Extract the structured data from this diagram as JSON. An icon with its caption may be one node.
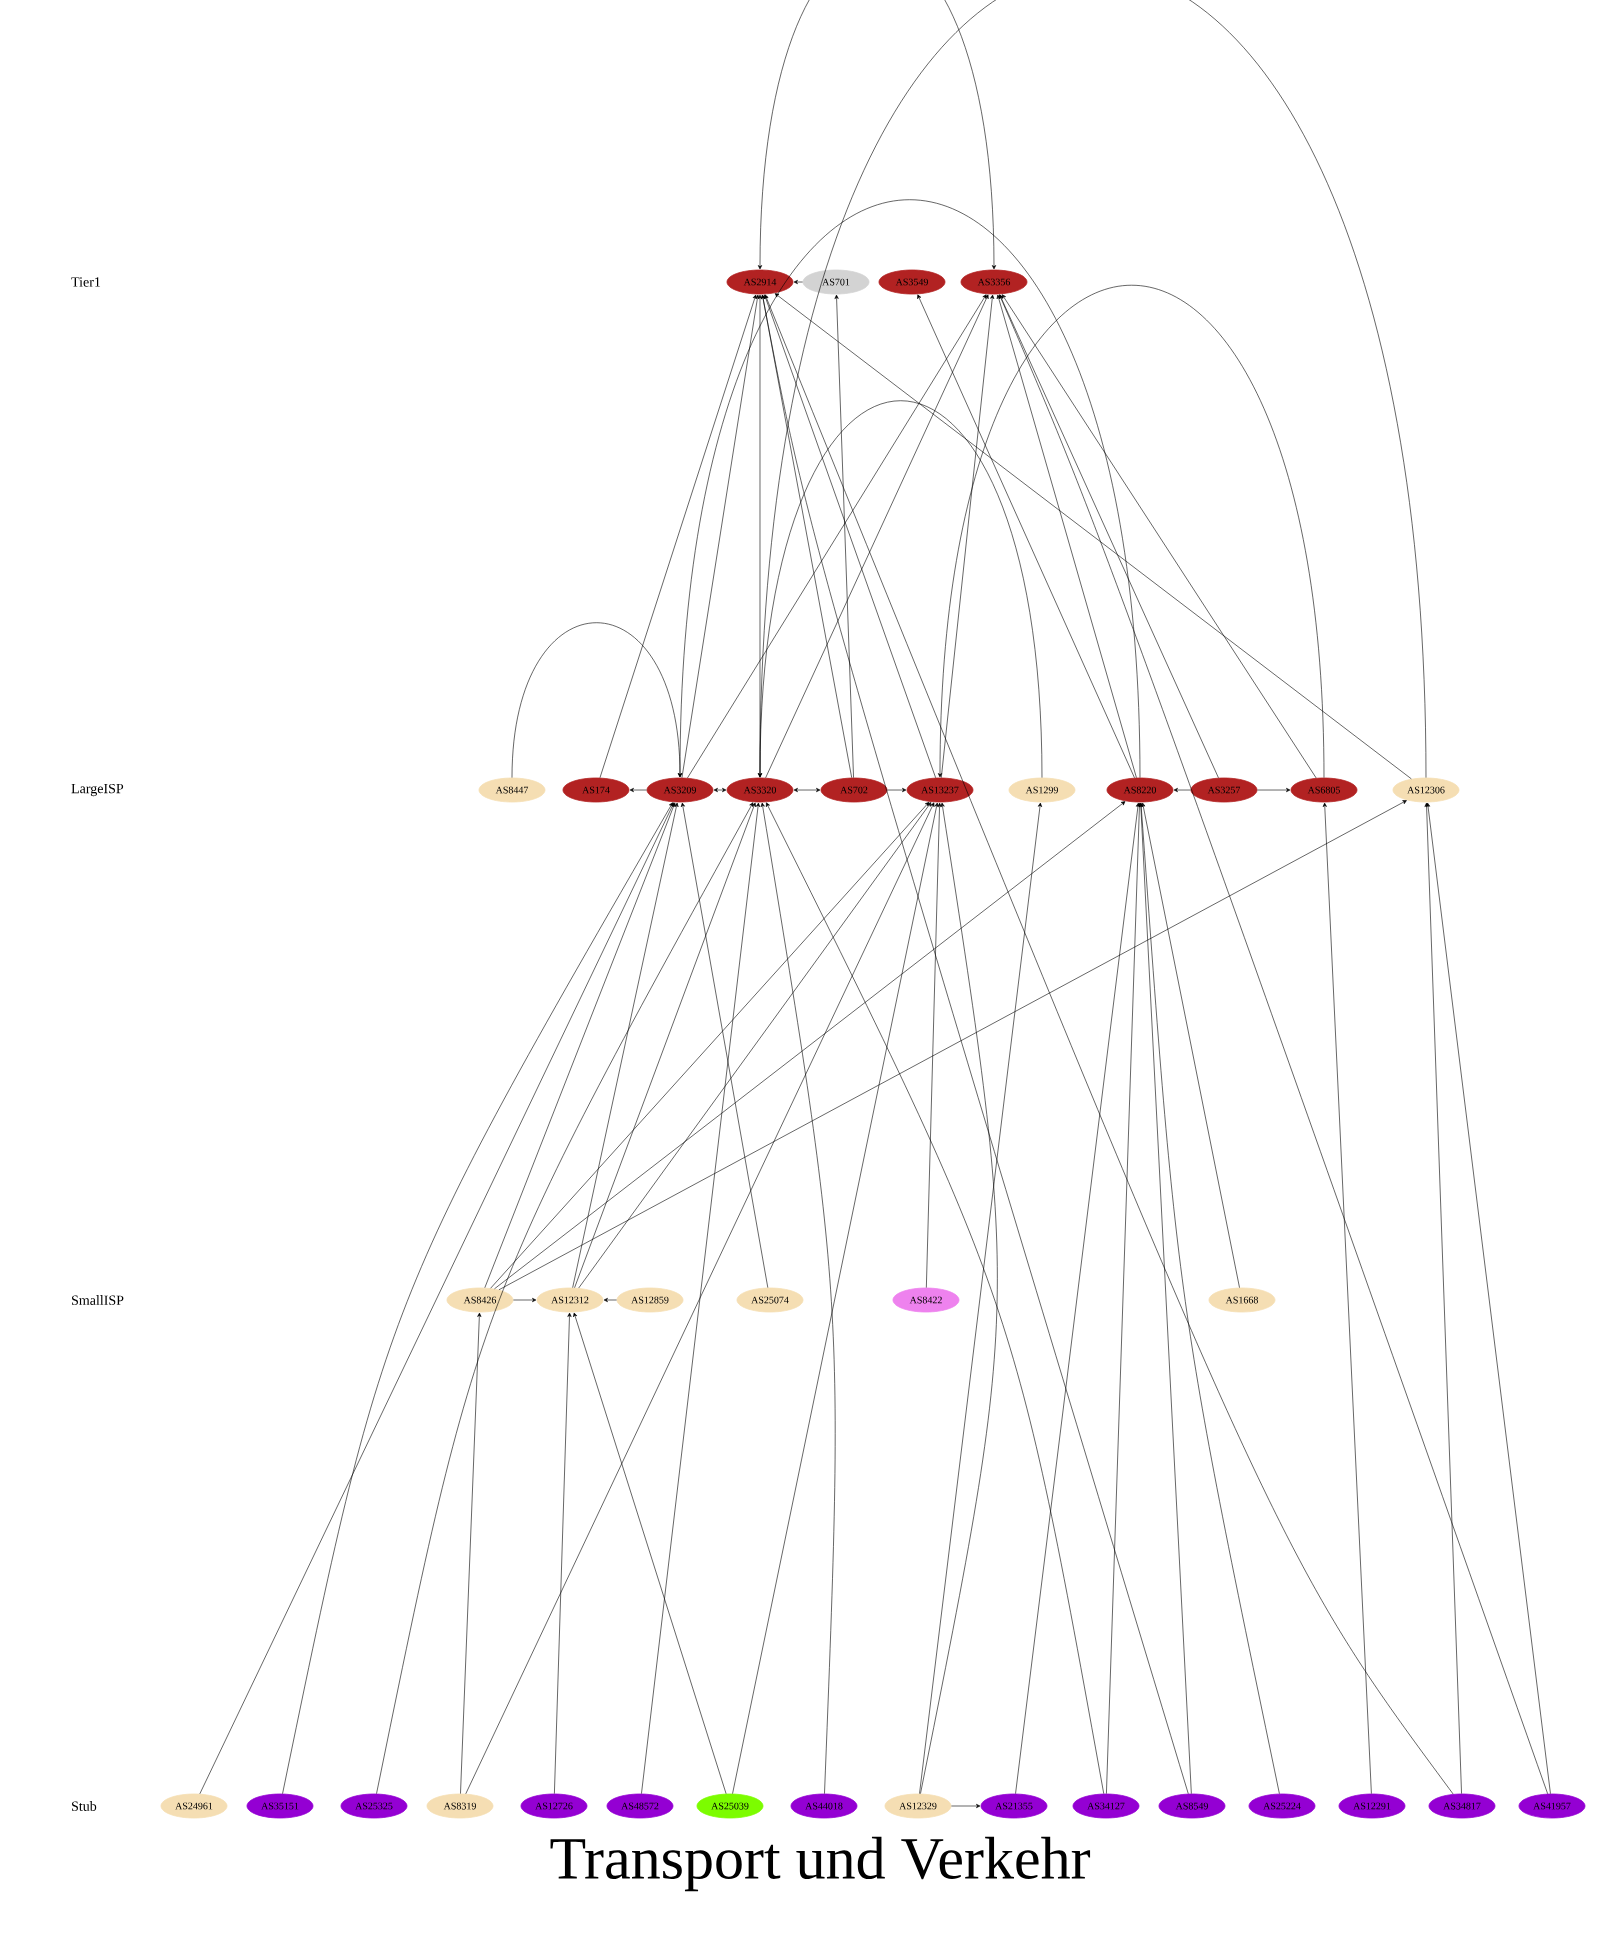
{
  "diagram": {
    "caption": "Transport und Verkehr",
    "nodes": [
      {
        "text": [
          "AS2914"
        ]
      },
      {
        "text": [
          "AS701"
        ]
      },
      {
        "text": [
          "AS3549"
        ]
      },
      {
        "text": [
          "AS3356"
        ]
      },
      {
        "text": [
          "AS8447"
        ]
      },
      {
        "text": [
          "AS174"
        ]
      },
      {
        "text": [
          "AS3209"
        ]
      },
      {
        "text": [
          "AS3320"
        ]
      },
      {
        "text": [
          "AS702"
        ]
      },
      {
        "text": [
          "AS13237"
        ]
      },
      {
        "text": [
          "AS1299"
        ]
      },
      {
        "text": [
          "AS8220"
        ]
      },
      {
        "text": [
          "AS3257"
        ]
      },
      {
        "text": [
          "AS6805"
        ]
      },
      {
        "text": [
          "AS12306"
        ]
      },
      {
        "text": [
          "AS8426"
        ]
      },
      {
        "text": [
          "AS12312"
        ]
      },
      {
        "text": [
          "AS12859"
        ]
      },
      {
        "text": [
          "AS25074"
        ]
      },
      {
        "text": [
          "AS8422"
        ]
      },
      {
        "text": [
          "AS1668"
        ]
      },
      {
        "text": [
          "AS24961"
        ]
      },
      {
        "text": [
          "AS35151"
        ]
      },
      {
        "text": [
          "AS25325"
        ]
      },
      {
        "text": [
          "AS8319"
        ]
      },
      {
        "text": [
          "AS12726"
        ]
      },
      {
        "text": [
          "AS48572"
        ]
      },
      {
        "text": [
          "AS25039"
        ]
      },
      {
        "text": [
          "AS44018"
        ]
      },
      {
        "text": [
          "AS12329"
        ]
      },
      {
        "text": [
          "AS21355"
        ]
      },
      {
        "text": [
          "AS34127"
        ]
      },
      {
        "text": [
          "AS8549"
        ]
      },
      {
        "text": [
          "AS25224"
        ]
      },
      {
        "text": [
          "AS12291"
        ]
      },
      {
        "text": [
          "AS34817"
        ]
      },
      {
        "text": [
          "AS41957"
        ]
      }
    ],
    "edges": [
      {
        "from": 1,
        "to": 0,
        "arrow": "to"
      },
      {
        "from": 0,
        "to": 3,
        "arrow": "both"
      },
      {
        "from": 5,
        "to": 0,
        "arrow": "to"
      },
      {
        "from": 6,
        "to": 0,
        "arrow": "to"
      },
      {
        "from": 7,
        "to": 0,
        "arrow": "to"
      },
      {
        "from": 8,
        "to": 0,
        "arrow": "to"
      },
      {
        "from": 9,
        "to": 0,
        "arrow": "to"
      },
      {
        "from": 14,
        "to": 0,
        "arrow": "to"
      },
      {
        "from": 8,
        "to": 1,
        "arrow": "to"
      },
      {
        "from": 11,
        "to": 2,
        "arrow": "to"
      },
      {
        "from": 6,
        "to": 3,
        "arrow": "to"
      },
      {
        "from": 7,
        "to": 3,
        "arrow": "to"
      },
      {
        "from": 9,
        "to": 3,
        "arrow": "to"
      },
      {
        "from": 11,
        "to": 3,
        "arrow": "to"
      },
      {
        "from": 12,
        "to": 3,
        "arrow": "to"
      },
      {
        "from": 13,
        "to": 3,
        "arrow": "to"
      },
      {
        "from": 6,
        "to": 5,
        "arrow": "to"
      },
      {
        "from": 6,
        "to": 7,
        "arrow": "both"
      },
      {
        "from": 7,
        "to": 8,
        "arrow": "both"
      },
      {
        "from": 8,
        "to": 9,
        "arrow": "to"
      },
      {
        "from": 12,
        "to": 11,
        "arrow": "to"
      },
      {
        "from": 12,
        "to": 13,
        "arrow": "to"
      },
      {
        "from": 4,
        "to": 6,
        "arrow": "to"
      },
      {
        "from": 10,
        "to": 7,
        "arrow": "to"
      },
      {
        "from": 14,
        "to": 7,
        "arrow": "to"
      },
      {
        "from": 11,
        "to": 6,
        "arrow": "to"
      },
      {
        "from": 13,
        "to": 9,
        "arrow": "to"
      },
      {
        "from": 15,
        "to": 16,
        "arrow": "to"
      },
      {
        "from": 17,
        "to": 16,
        "arrow": "to"
      },
      {
        "from": 15,
        "to": 6,
        "arrow": "to"
      },
      {
        "from": 15,
        "to": 9,
        "arrow": "to"
      },
      {
        "from": 15,
        "to": 11,
        "arrow": "to"
      },
      {
        "from": 15,
        "to": 14,
        "arrow": "to"
      },
      {
        "from": 16,
        "to": 6,
        "arrow": "to"
      },
      {
        "from": 16,
        "to": 9,
        "arrow": "to"
      },
      {
        "from": 16,
        "to": 7,
        "arrow": "to"
      },
      {
        "from": 18,
        "to": 6,
        "arrow": "to"
      },
      {
        "from": 19,
        "to": 9,
        "arrow": "to"
      },
      {
        "from": 20,
        "to": 11,
        "arrow": "to"
      },
      {
        "from": 21,
        "to": 6,
        "arrow": "to"
      },
      {
        "from": 22,
        "to": 6,
        "arrow": "to"
      },
      {
        "from": 23,
        "to": 7,
        "arrow": "to"
      },
      {
        "from": 24,
        "to": 15,
        "arrow": "to"
      },
      {
        "from": 24,
        "to": 9,
        "arrow": "to"
      },
      {
        "from": 25,
        "to": 16,
        "arrow": "to"
      },
      {
        "from": 26,
        "to": 7,
        "arrow": "to"
      },
      {
        "from": 27,
        "to": 16,
        "arrow": "to"
      },
      {
        "from": 27,
        "to": 9,
        "arrow": "to"
      },
      {
        "from": 28,
        "to": 7,
        "arrow": "to"
      },
      {
        "from": 29,
        "to": 30,
        "arrow": "to"
      },
      {
        "from": 29,
        "to": 10,
        "arrow": "to"
      },
      {
        "from": 29,
        "to": 9,
        "arrow": "to"
      },
      {
        "from": 30,
        "to": 11,
        "arrow": "to"
      },
      {
        "from": 31,
        "to": 11,
        "arrow": "to"
      },
      {
        "from": 32,
        "to": 11,
        "arrow": "to"
      },
      {
        "from": 33,
        "to": 11,
        "arrow": "to"
      },
      {
        "from": 34,
        "to": 13,
        "arrow": "to"
      },
      {
        "from": 35,
        "to": 14,
        "arrow": "to"
      },
      {
        "from": 36,
        "to": 14,
        "arrow": "to"
      },
      {
        "from": 31,
        "to": 7,
        "arrow": "to"
      },
      {
        "from": 32,
        "to": 0,
        "arrow": "to"
      },
      {
        "from": 35,
        "to": 0,
        "arrow": "to"
      },
      {
        "from": 36,
        "to": 3,
        "arrow": "to"
      }
    ],
    "labels": [
      "Tier1",
      "LargeISP",
      "SmallISP",
      "Stub"
    ]
  }
}
